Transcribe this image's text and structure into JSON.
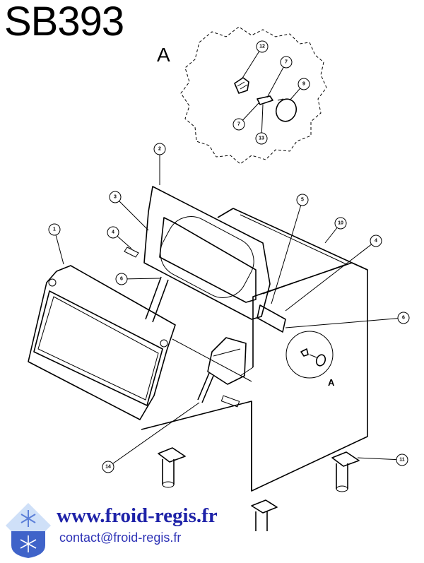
{
  "title": "SB393",
  "detail_label": "A",
  "detail_label_small": "A",
  "callouts": [
    "1",
    "2",
    "3",
    "4",
    "4",
    "5",
    "6",
    "6",
    "7",
    "7",
    "9",
    "10",
    "11",
    "12",
    "13",
    "14"
  ],
  "footer": {
    "website": "www.froid-regis.fr",
    "contact": "contact@froid-regis.fr"
  },
  "colors": {
    "link_blue": "#1e22a8",
    "logo_blue": "#3f63c9"
  },
  "icons": [
    "snowflake-logo-icon"
  ]
}
